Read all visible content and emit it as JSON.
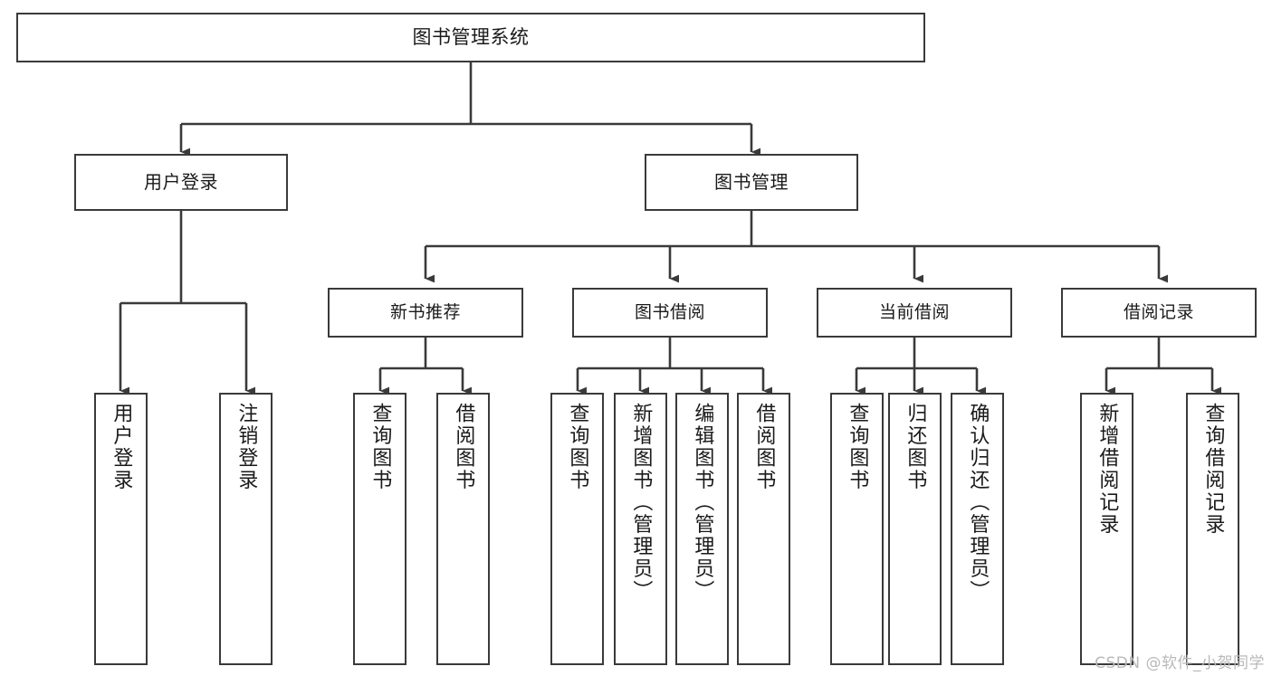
{
  "diagram": {
    "title": "图书管理系统",
    "type": "tree-hierarchy",
    "watermark": "CSDN @软件_小贺同学",
    "colors": {
      "background": "#ffffff",
      "node_border": "#3a3a3a",
      "node_fill": "#ffffff",
      "edge": "#3a3a3a",
      "text": "#1a1a1a",
      "watermark": "#b9b9b9"
    },
    "nodes": {
      "root": {
        "label": "图书管理系统"
      },
      "module_user": {
        "label": "用户登录"
      },
      "module_book": {
        "label": "图书管理"
      },
      "group_new_book": {
        "label": "新书推荐"
      },
      "group_borrow": {
        "label": "图书借阅"
      },
      "group_current": {
        "label": "当前借阅"
      },
      "group_record": {
        "label": "借阅记录"
      },
      "leaf_user_login": {
        "label": "用户登录"
      },
      "leaf_user_logout": {
        "label": "注销登录"
      },
      "leaf_new_query": {
        "label": "查询图书"
      },
      "leaf_new_borrow": {
        "label": "借阅图书"
      },
      "leaf_borrow_query": {
        "label": "查询图书"
      },
      "leaf_borrow_add": {
        "label": "新增图书（管理员）"
      },
      "leaf_borrow_edit": {
        "label": "编辑图书（管理员）"
      },
      "leaf_borrow_do": {
        "label": "借阅图书"
      },
      "leaf_current_query": {
        "label": "查询图书"
      },
      "leaf_current_return": {
        "label": "归还图书"
      },
      "leaf_current_confirm": {
        "label": "确认归还（管理员）"
      },
      "leaf_record_add": {
        "label": "新增借阅记录"
      },
      "leaf_record_query": {
        "label": "查询借阅记录"
      }
    }
  }
}
